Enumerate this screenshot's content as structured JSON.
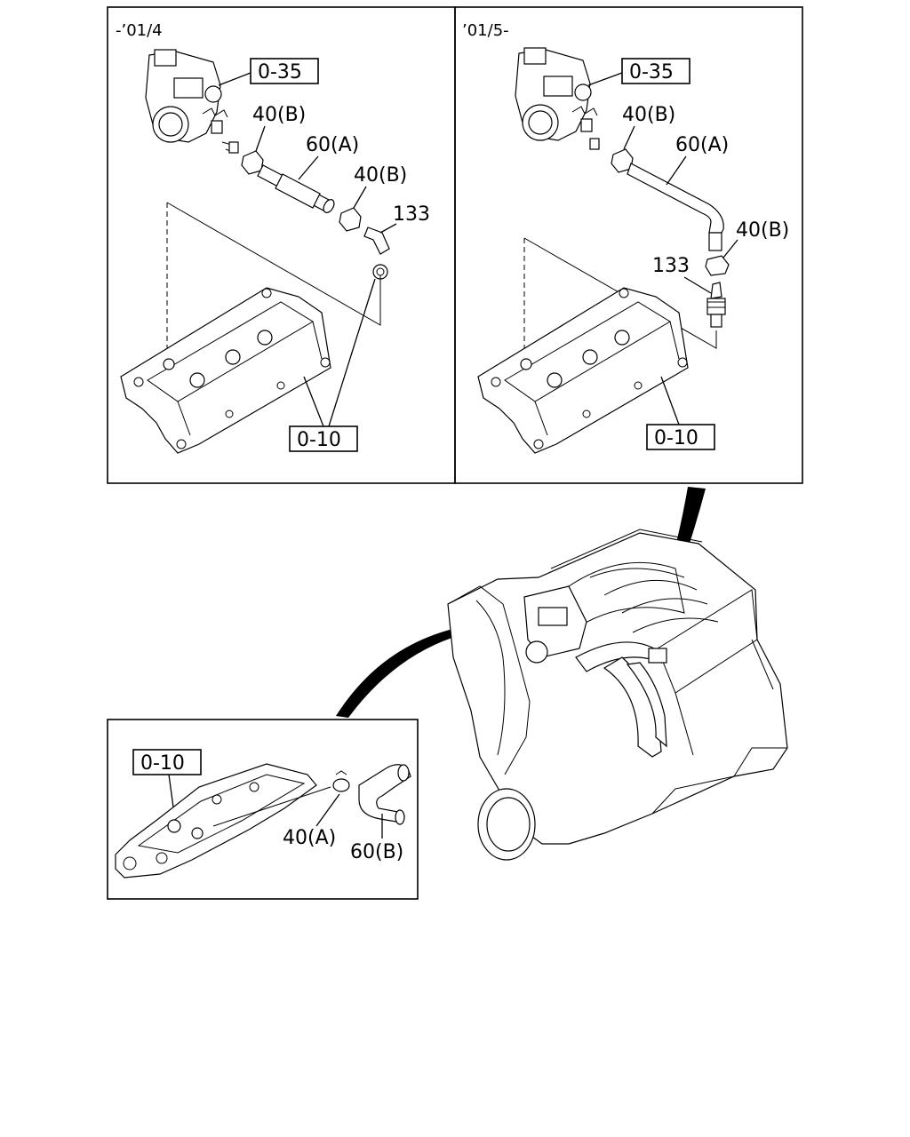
{
  "panel_left": {
    "era": "-’01/4",
    "ref_top": "0-35",
    "ref_bottom": "0-10",
    "label_clamp_1": "40(B)",
    "label_hose": "60(A)",
    "label_clamp_2": "40(B)",
    "label_valve": "133"
  },
  "panel_right": {
    "era": "’01/5-",
    "ref_top": "0-35",
    "ref_bottom": "0-10",
    "label_clamp_1": "40(B)",
    "label_hose": "60(A)",
    "label_clamp_2": "40(B)",
    "label_valve": "133"
  },
  "panel_bottom": {
    "ref": "0-10",
    "label_clamp": "40(A)",
    "label_hose": "60(B)"
  }
}
